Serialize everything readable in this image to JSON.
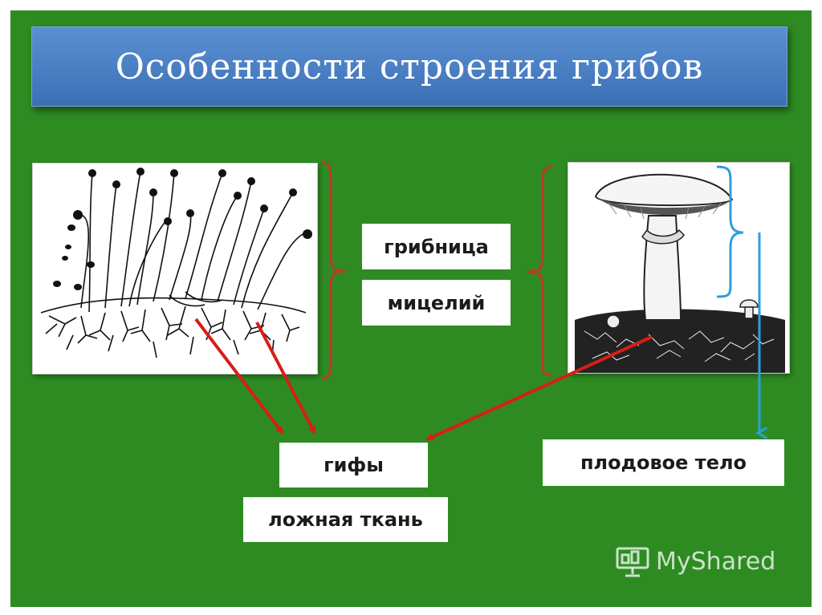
{
  "title": "Особенности строения грибов",
  "labels": {
    "gribnitsa": "грибница",
    "mitseliy": "мицелий",
    "gify": "гифы",
    "lozhnaya_tkan": "ложная ткань",
    "plodovoe_telo": "плодовое  тело"
  },
  "watermark": {
    "text": "MyShared",
    "icon": "presentation-board-icon"
  },
  "colors": {
    "background": "#2e8b22",
    "title_bar": "#4a80c6",
    "red_arrow": "#d81e16",
    "blue_bracket": "#2aa0dc",
    "red_bracket": "#c0372a"
  },
  "images": {
    "left": "mold-mycelium-illustration",
    "right": "mushroom-illustration"
  }
}
